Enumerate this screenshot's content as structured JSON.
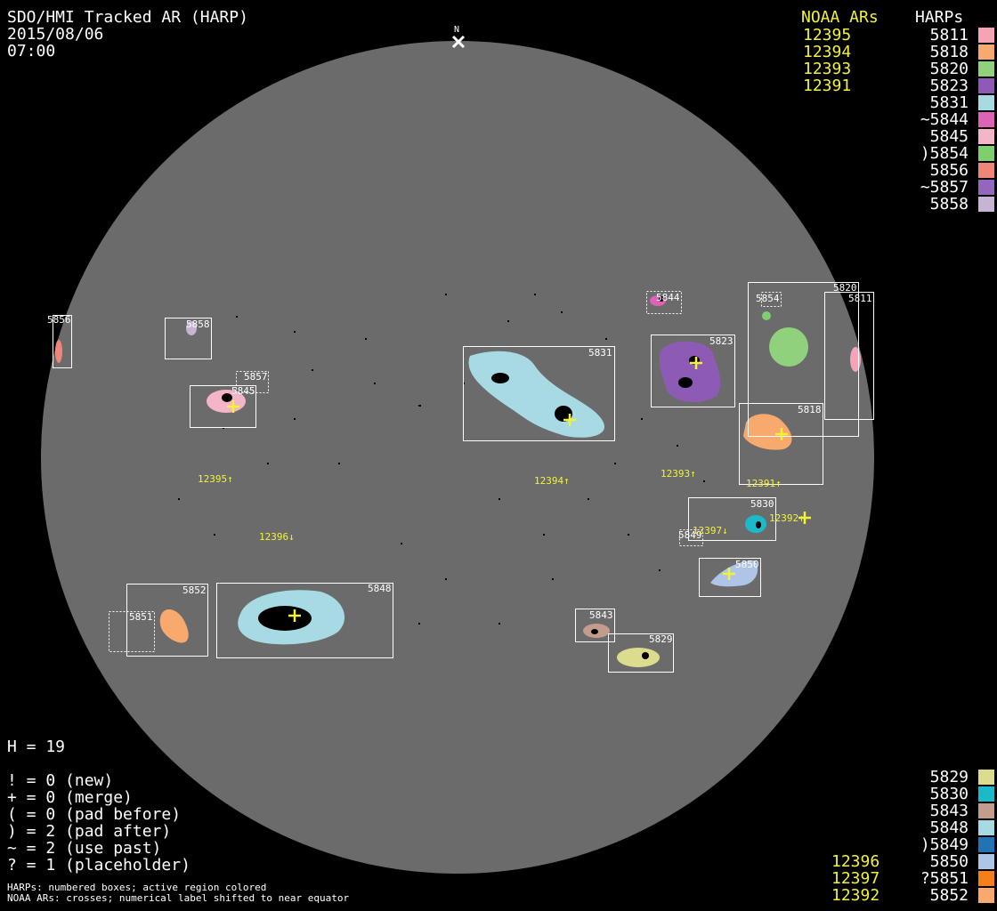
{
  "header": {
    "title": "SDO/HMI Tracked AR (HARP)",
    "date": "2015/08/06",
    "time": "07:00"
  },
  "north_label": "N",
  "legend_top": {
    "noaa_heading": "NOAA ARs",
    "harp_heading": "HARPs",
    "noaa": [
      "12395",
      "12394",
      "12393",
      "12391"
    ],
    "harps": [
      {
        "label": "5811",
        "color": "#f5a3b5"
      },
      {
        "label": "5818",
        "color": "#f8aa6e"
      },
      {
        "label": "5820",
        "color": "#8fd17c"
      },
      {
        "label": "5823",
        "color": "#8d5bb5"
      },
      {
        "label": "5831",
        "color": "#a7dae2"
      },
      {
        "label": "~5844",
        "color": "#dd63b6"
      },
      {
        "label": "5845",
        "color": "#f5b5c8"
      },
      {
        "label": ")5854",
        "color": "#7fcf6c"
      },
      {
        "label": "5856",
        "color": "#f0867a"
      },
      {
        "label": "~5857",
        "color": "#9466be"
      },
      {
        "label": "5858",
        "color": "#c7b3d3"
      }
    ]
  },
  "legend_bottom": {
    "noaa": [
      "12396",
      "12397",
      "12392"
    ],
    "harps": [
      {
        "label": "5829",
        "color": "#dcdc8e"
      },
      {
        "label": "5830",
        "color": "#1cb9c9"
      },
      {
        "label": "5843",
        "color": "#c49c8e"
      },
      {
        "label": "5848",
        "color": "#a7dae2"
      },
      {
        "label": ")5849",
        "color": "#2273b6"
      },
      {
        "label": "5850",
        "color": "#aec5e8"
      },
      {
        "label": "?5851",
        "color": "#f57f18"
      },
      {
        "label": "5852",
        "color": "#f8aa6e"
      }
    ]
  },
  "stats": {
    "h_count": "H = 19",
    "lines": [
      "! = 0 (new)",
      "+ = 0 (merge)",
      "( = 0 (pad before)",
      ") = 2 (pad after)",
      "~ = 2 (use past)",
      "? = 1 (placeholder)"
    ]
  },
  "footnotes": [
    "HARPs: numbered boxes; active region colored",
    "NOAA ARs: crosses; numerical label shifted to near equator"
  ],
  "disk": {
    "color": "#6b6b6b",
    "boxes": [
      {
        "label": "5856"
      },
      {
        "label": "5858"
      },
      {
        "label": "5857"
      },
      {
        "label": "5845"
      },
      {
        "label": "5831"
      },
      {
        "label": "5844"
      },
      {
        "label": "5823"
      },
      {
        "label": "5854"
      },
      {
        "label": "5820"
      },
      {
        "label": "5811"
      },
      {
        "label": "5818"
      },
      {
        "label": "5830"
      },
      {
        "label": "5849"
      },
      {
        "label": "5850"
      },
      {
        "label": "5843"
      },
      {
        "label": "5829"
      },
      {
        "label": "5852"
      },
      {
        "label": "5851"
      },
      {
        "label": "5848"
      }
    ],
    "noaa_labels": [
      "12395↑",
      "12394↑",
      "12393↑",
      "12391↑",
      "12392↑",
      "12397↓",
      "12396↓"
    ]
  }
}
